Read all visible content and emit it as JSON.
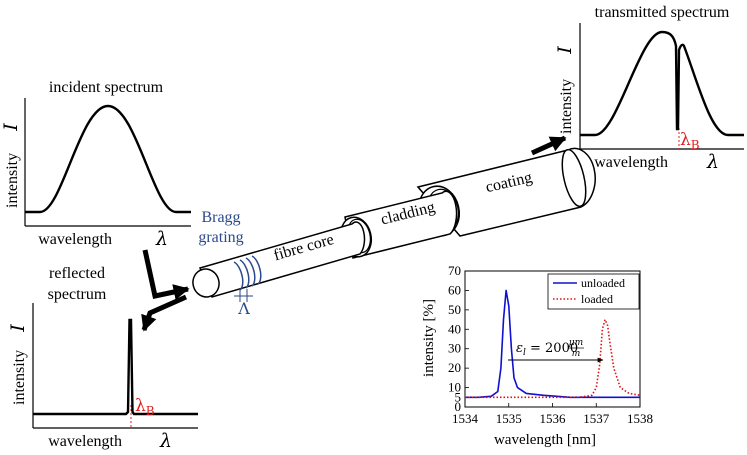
{
  "incident": {
    "title": "incident spectrum",
    "xlabel": "wavelength",
    "xsymbol": "λ",
    "ylabel": "intensity",
    "ysymbol": "I"
  },
  "transmitted": {
    "title": "transmitted spectrum",
    "xlabel": "wavelength",
    "xsymbol": "λ",
    "ylabel": "intensity",
    "ysymbol": "I",
    "marker": "λ",
    "marker_sub": "B"
  },
  "reflected": {
    "title_line1": "reflected",
    "title_line2": "spectrum",
    "xlabel": "wavelength",
    "xsymbol": "λ",
    "ylabel": "intensity",
    "ysymbol": "I",
    "marker": "λ",
    "marker_sub": "B"
  },
  "fibre": {
    "bragg_line1": "Bragg",
    "bragg_line2": "grating",
    "core_label": "fibre core",
    "cladding_label": "cladding",
    "coating_label": "coating",
    "period_symbol": "Λ"
  },
  "colors": {
    "bragg_blue": "#2b4a8a",
    "marker_red": "#e02020",
    "unloaded": "#1010d0",
    "loaded": "#e01010"
  },
  "chart_data": {
    "type": "line",
    "title": "deformation",
    "xlabel": "wavelength [nm]",
    "ylabel": "intensity [%]",
    "xlim": [
      1534,
      1538
    ],
    "ylim": [
      0,
      70
    ],
    "xticks": [
      1534,
      1535,
      1536,
      1537,
      1538
    ],
    "yticks": [
      0,
      5,
      10,
      20,
      30,
      40,
      50,
      60,
      70
    ],
    "legend_position": "top-right",
    "annotation": "ε_l = 2000 μm/m",
    "annotation_main": "ε",
    "annotation_sub": "l",
    "annotation_eq": " = 2000",
    "annotation_num": "μm",
    "annotation_den": "m",
    "series": [
      {
        "name": "unloaded",
        "style": "solid",
        "x": [
          1534.0,
          1534.3,
          1534.6,
          1534.75,
          1534.82,
          1534.88,
          1534.94,
          1535.0,
          1535.06,
          1535.12,
          1535.2,
          1535.4,
          1535.8,
          1536.4,
          1537.0,
          1537.6,
          1538.0
        ],
        "y": [
          5,
          5,
          5.5,
          8,
          20,
          45,
          60,
          52,
          30,
          15,
          10,
          7,
          6,
          5,
          5,
          5,
          5
        ]
      },
      {
        "name": "loaded",
        "style": "dotted",
        "x": [
          1534.0,
          1535.0,
          1536.0,
          1536.6,
          1536.9,
          1537.0,
          1537.08,
          1537.14,
          1537.2,
          1537.26,
          1537.32,
          1537.4,
          1537.55,
          1537.75,
          1538.0
        ],
        "y": [
          5,
          5,
          5,
          5,
          6,
          10,
          22,
          40,
          45,
          42,
          32,
          20,
          10,
          7,
          6
        ]
      }
    ]
  }
}
